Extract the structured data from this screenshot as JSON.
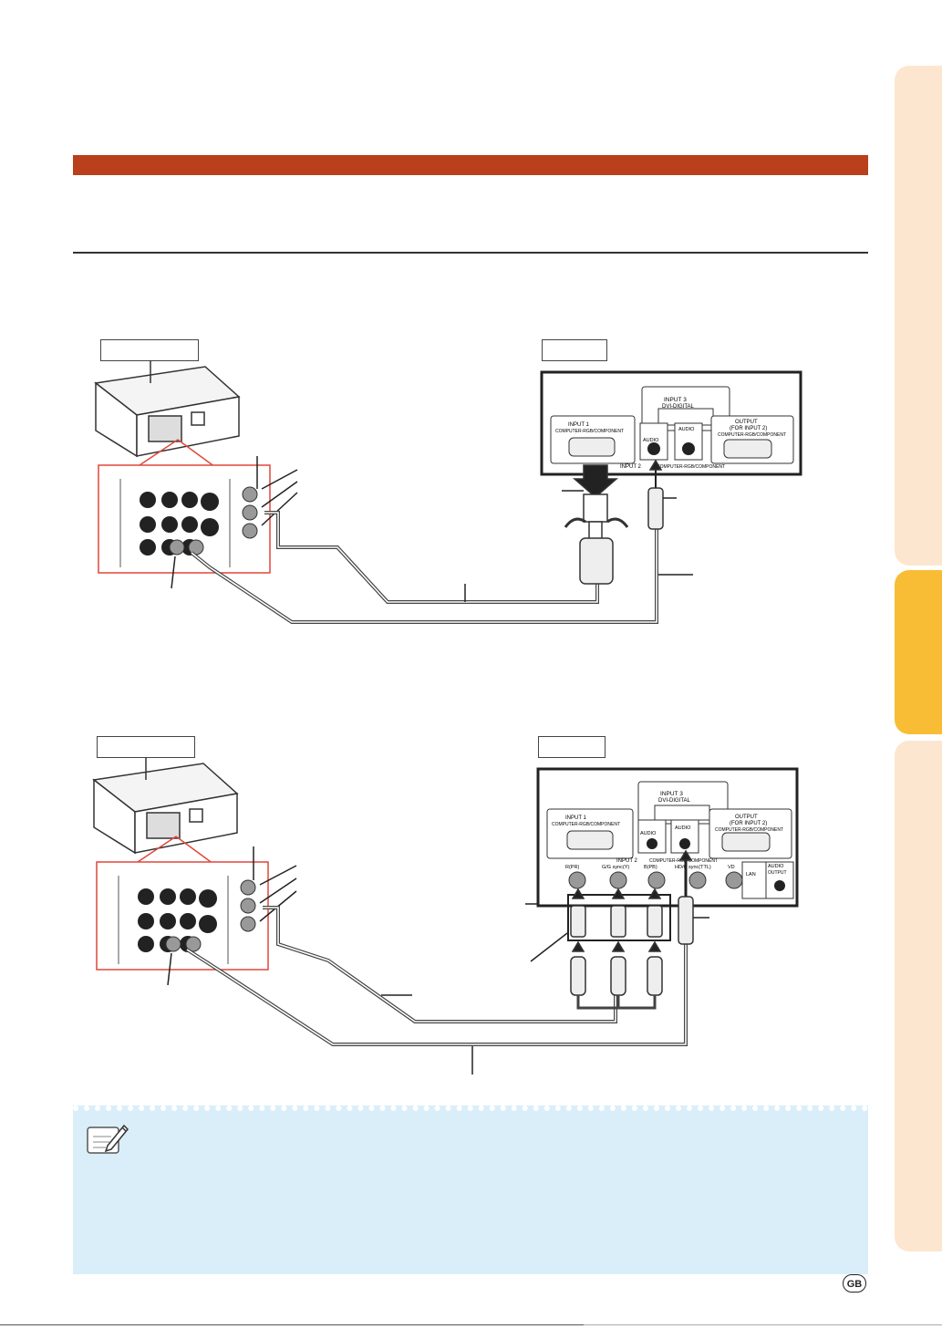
{
  "page": {
    "badge": "GB"
  },
  "diagram1": {
    "panel_labels": {
      "input3": "INPUT 3",
      "input3_sub": "DVI-DIGITAL",
      "output": "OUTPUT",
      "output_sub": "(FOR INPUT 2)",
      "output_sub2": "COMPUTER-RGB/COMPONENT",
      "input1": "INPUT 1",
      "input1_sub": "COMPUTER-RGB/COMPONENT",
      "audio1": "AUDIO",
      "audio2": "AUDIO",
      "input2": "INPUT 2",
      "input2_sub": "COMPUTER-RGB/COMPONENT"
    }
  },
  "diagram2": {
    "panel_labels": {
      "input3": "INPUT 3",
      "input3_sub": "DVI-DIGITAL",
      "output": "OUTPUT",
      "output_sub": "(FOR INPUT 2)",
      "output_sub2": "COMPUTER-RGB/COMPONENT",
      "input1": "INPUT 1",
      "input1_sub": "COMPUTER-RGB/COMPONENT",
      "audio1": "AUDIO",
      "audio2": "AUDIO",
      "input2": "INPUT 2",
      "input2_sub": "COMPUTER-RGB/COMPONENT",
      "r": "R(PR)",
      "g": "G/G sync(Y)",
      "b": "B(PB)",
      "hd": "HD/C sync(TTL)",
      "vd": "VD",
      "lan": "LAN",
      "audio_out": "AUDIO",
      "audio_out_sub": "OUTPUT"
    }
  },
  "colors": {
    "section_bar": "#b9401b",
    "tab_light": "#fde6cf",
    "tab_active": "#f8bd35",
    "note_bg": "#d9eef9",
    "callout_red": "#e0473a"
  },
  "icons": {
    "note": "pencil-icon"
  }
}
